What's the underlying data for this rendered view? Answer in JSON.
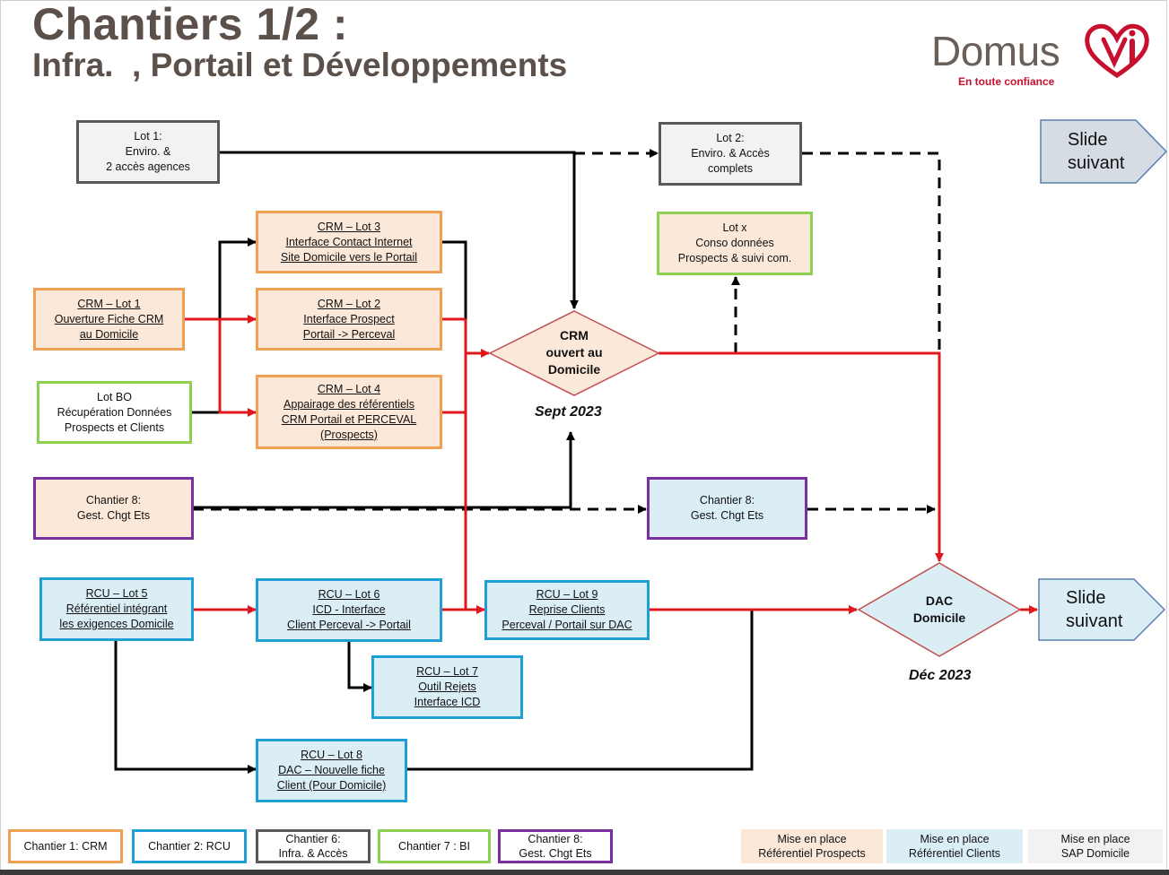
{
  "header": {
    "title": "Chantiers 1/2 :",
    "subtitle": "Infra.  , Portail et Développements"
  },
  "logo": {
    "word": "Domus",
    "tagline": "En toute confiance"
  },
  "nodes": {
    "lot1": [
      "Lot 1:",
      "Enviro. &",
      "2 accès agences"
    ],
    "lot2": [
      "Lot 2:",
      "Enviro. & Accès",
      "complets"
    ],
    "lotx": [
      "Lot x",
      "Conso données",
      "Prospects & suivi com."
    ],
    "crm3": [
      "CRM – Lot 3",
      "Interface Contact Internet",
      "Site Domicile vers le Portail"
    ],
    "crm1": [
      "CRM – Lot 1",
      "Ouverture Fiche CRM",
      "au Domicile"
    ],
    "crm2": [
      "CRM – Lot 2",
      "Interface Prospect",
      "Portail -> Perceval"
    ],
    "lotbo": [
      "Lot BO",
      "Récupération Données",
      "Prospects et Clients"
    ],
    "crm4": [
      "CRM – Lot 4",
      "Appairage des référentiels",
      "CRM Portail et PERCEVAL",
      "(Prospects)"
    ],
    "ch8a": [
      "Chantier 8:",
      "Gest. Chgt Ets"
    ],
    "ch8b": [
      "Chantier 8:",
      "Gest. Chgt Ets"
    ],
    "rcu5": [
      "RCU – Lot 5",
      "Référentiel  intégrant",
      "les exigences Domicile"
    ],
    "rcu6": [
      "RCU – Lot 6",
      "ICD - Interface",
      "Client Perceval -> Portail"
    ],
    "rcu9": [
      "RCU – Lot 9",
      "Reprise Clients",
      "Perceval / Portail sur DAC"
    ],
    "rcu7": [
      "RCU – Lot 7",
      "Outil Rejets",
      "Interface ICD"
    ],
    "rcu8": [
      "RCU – Lot 8",
      "DAC – Nouvelle fiche",
      "Client (Pour Domicile)"
    ]
  },
  "milestones": {
    "crm": {
      "label": [
        "CRM",
        "ouvert au",
        "Domicile"
      ],
      "date": "Sept 2023"
    },
    "dac": {
      "label": [
        "DAC",
        "Domicile"
      ],
      "date": "Déc 2023"
    }
  },
  "nav": {
    "next_top": [
      "Slide",
      "suivant"
    ],
    "next_bottom": [
      "Slide",
      "suivant"
    ]
  },
  "legend": {
    "c1": [
      "Chantier 1: CRM"
    ],
    "c2": [
      "Chantier 2: RCU"
    ],
    "c6": [
      "Chantier  6:",
      "Infra. & Accès"
    ],
    "c7": [
      "Chantier 7 : BI"
    ],
    "c8": [
      "Chantier 8:",
      "Gest. Chgt Ets"
    ],
    "m1": [
      "Mise en place",
      "Référentiel Prospects"
    ],
    "m2": [
      "Mise en place",
      "Référentiel Clients"
    ],
    "m3": [
      "Mise en place",
      "SAP Domicile"
    ]
  },
  "colors": {
    "crm_border": "#f0a052",
    "rcu_border": "#1f9fd4",
    "infra_border": "#595959",
    "bi_border": "#8ed051",
    "gest_border": "#7a2fa0",
    "prospects_fill": "#fce8d8",
    "clients_fill": "#dbeef6",
    "sap_fill": "#f2f2f2",
    "critical_path": "#e0171c",
    "milestone_border": "#c0504d"
  }
}
